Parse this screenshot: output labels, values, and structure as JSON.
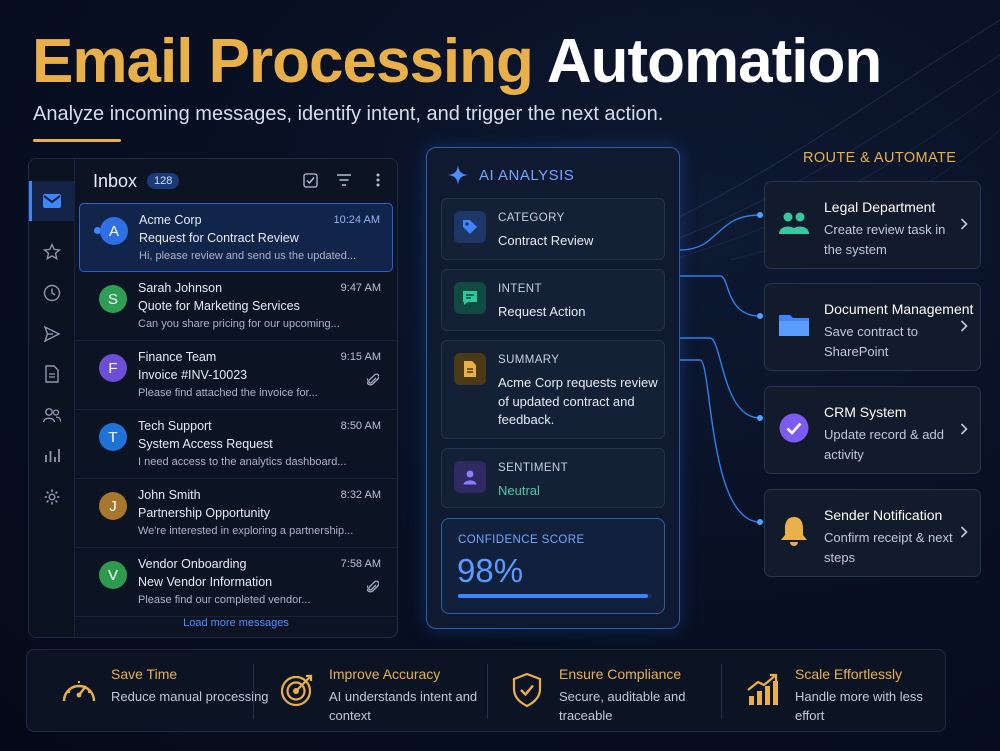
{
  "hero": {
    "title_gold": "Email Processing",
    "title_white": "Automation",
    "subtitle": "Analyze incoming messages, identify intent, and trigger the next action."
  },
  "inbox": {
    "title": "Inbox",
    "count": "128",
    "load_more": "Load more messages",
    "rail_icons": [
      "mail-icon",
      "star-icon",
      "clock-icon",
      "send-icon",
      "document-icon",
      "contacts-icon",
      "bar-chart-icon",
      "gear-icon"
    ],
    "header_icons": [
      "check-square-icon",
      "filter-icon",
      "more-vertical-icon"
    ],
    "emails": [
      {
        "initial": "A",
        "color": "#2f6fe4",
        "from": "Acme Corp",
        "subject": "Request for Contract Review",
        "preview": "Hi, please review and send us the updated...",
        "time": "10:24 AM",
        "unread": true,
        "attachment": false
      },
      {
        "initial": "S",
        "color": "#2f9e55",
        "from": "Sarah Johnson",
        "subject": "Quote for Marketing Services",
        "preview": "Can you share pricing for our upcoming...",
        "time": "9:47 AM",
        "unread": false,
        "attachment": false
      },
      {
        "initial": "F",
        "color": "#6d4fd6",
        "from": "Finance Team",
        "subject": "Invoice #INV-10023",
        "preview": "Please find attached the invoice for...",
        "time": "9:15 AM",
        "unread": false,
        "attachment": true
      },
      {
        "initial": "T",
        "color": "#1f72d6",
        "from": "Tech Support",
        "subject": "System Access Request",
        "preview": "I need access to the analytics dashboard...",
        "time": "8:50 AM",
        "unread": false,
        "attachment": false
      },
      {
        "initial": "J",
        "color": "#a8772e",
        "from": "John Smith",
        "subject": "Partnership Opportunity",
        "preview": "We're interested in exploring a partnership...",
        "time": "8:32 AM",
        "unread": false,
        "attachment": false
      },
      {
        "initial": "V",
        "color": "#2e9a4f",
        "from": "Vendor Onboarding",
        "subject": "New Vendor Information",
        "preview": "Please find our completed vendor...",
        "time": "7:58 AM",
        "unread": false,
        "attachment": true
      }
    ]
  },
  "analysis": {
    "title": "AI ANALYSIS",
    "cards": [
      {
        "label": "CATEGORY",
        "value": "Contract Review",
        "icon": "tag-icon"
      },
      {
        "label": "INTENT",
        "value": "Request Action",
        "icon": "chat-icon"
      },
      {
        "label": "SUMMARY",
        "value": "Acme Corp requests review of updated contract and feedback.",
        "icon": "document-icon"
      },
      {
        "label": "SENTIMENT",
        "value": "Neutral",
        "icon": "user-icon"
      }
    ],
    "confidence": {
      "label": "CONFIDENCE SCORE",
      "value": "98%",
      "fraction": 0.98
    }
  },
  "routes": {
    "title": "ROUTE & AUTOMATE",
    "items": [
      {
        "name": "Legal Department",
        "desc": "Create review task in the system",
        "icon": "team-icon"
      },
      {
        "name": "Document Management",
        "desc": "Save contract to SharePoint",
        "icon": "folder-icon"
      },
      {
        "name": "CRM System",
        "desc": "Update record & add activity",
        "icon": "check-circle-icon"
      },
      {
        "name": "Sender Notification",
        "desc": "Confirm receipt & next steps",
        "icon": "bell-icon"
      }
    ]
  },
  "benefits": [
    {
      "title": "Save Time",
      "desc": "Reduce manual processing",
      "icon": "speedometer-icon"
    },
    {
      "title": "Improve Accuracy",
      "desc": "AI understands intent and context",
      "icon": "target-icon"
    },
    {
      "title": "Ensure Compliance",
      "desc": "Secure, auditable and traceable",
      "icon": "shield-icon"
    },
    {
      "title": "Scale Effortlessly",
      "desc": "Handle more with less effort",
      "icon": "growth-chart-icon"
    }
  ]
}
